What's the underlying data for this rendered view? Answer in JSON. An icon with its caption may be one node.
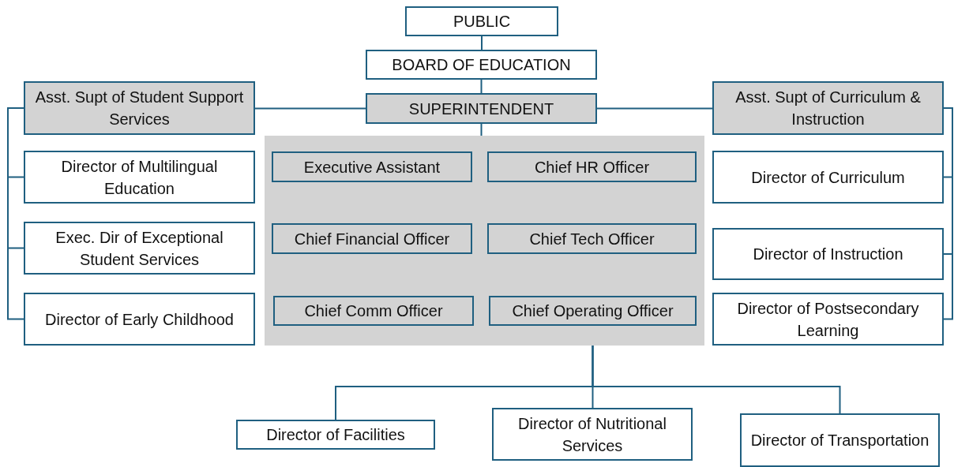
{
  "diagram": {
    "nodes": [
      {
        "text": [
          "PUBLIC"
        ]
      },
      {
        "text": [
          "BOARD OF EDUCATION"
        ]
      },
      {
        "text": [
          "SUPERINTENDENT"
        ]
      },
      {
        "text": [
          "Asst. Supt of Student Support Services"
        ]
      },
      {
        "text": [
          "Asst. Supt of Curriculum & Instruction"
        ]
      },
      {
        "text": [],
        "shape": "box"
      },
      {
        "text": [
          "Executive Assistant"
        ],
        "in": 5
      },
      {
        "text": [
          "Chief HR Officer"
        ],
        "in": 5
      },
      {
        "text": [
          "Chief Financial Officer"
        ],
        "in": 5
      },
      {
        "text": [
          "Chief Tech Officer"
        ],
        "in": 5
      },
      {
        "text": [
          "Chief Comm Officer"
        ],
        "in": 5
      },
      {
        "text": [
          "Chief Operating Officer"
        ],
        "in": 5
      },
      {
        "text": [
          "Director of Multilingual Education"
        ]
      },
      {
        "text": [
          "Exec. Dir of Exceptional Student Services"
        ]
      },
      {
        "text": [
          "Director of Early Childhood"
        ]
      },
      {
        "text": [
          "Director of Curriculum"
        ]
      },
      {
        "text": [
          "Director of Instruction"
        ]
      },
      {
        "text": [
          "Director of Postsecondary Learning"
        ]
      },
      {
        "text": [
          "Director of Facilities"
        ]
      },
      {
        "text": [
          "Director of Nutritional Services"
        ]
      },
      {
        "text": [
          "Director of Transportation"
        ]
      }
    ],
    "edges": [
      {
        "from": 0,
        "to": 1,
        "arrow": "none"
      },
      {
        "from": 1,
        "to": 2,
        "arrow": "none"
      },
      {
        "from": 2,
        "to": 3,
        "arrow": "none"
      },
      {
        "from": 2,
        "to": 4,
        "arrow": "none"
      },
      {
        "from": 2,
        "to": 5,
        "arrow": "none"
      },
      {
        "from": 3,
        "to": 12,
        "arrow": "none"
      },
      {
        "from": 3,
        "to": 13,
        "arrow": "none"
      },
      {
        "from": 3,
        "to": 14,
        "arrow": "none"
      },
      {
        "from": 4,
        "to": 15,
        "arrow": "none"
      },
      {
        "from": 4,
        "to": 16,
        "arrow": "none"
      },
      {
        "from": 4,
        "to": 17,
        "arrow": "none"
      },
      {
        "from": 11,
        "to": 18,
        "arrow": "none"
      },
      {
        "from": 11,
        "to": 19,
        "arrow": "none"
      },
      {
        "from": 11,
        "to": 20,
        "arrow": "none"
      }
    ]
  }
}
